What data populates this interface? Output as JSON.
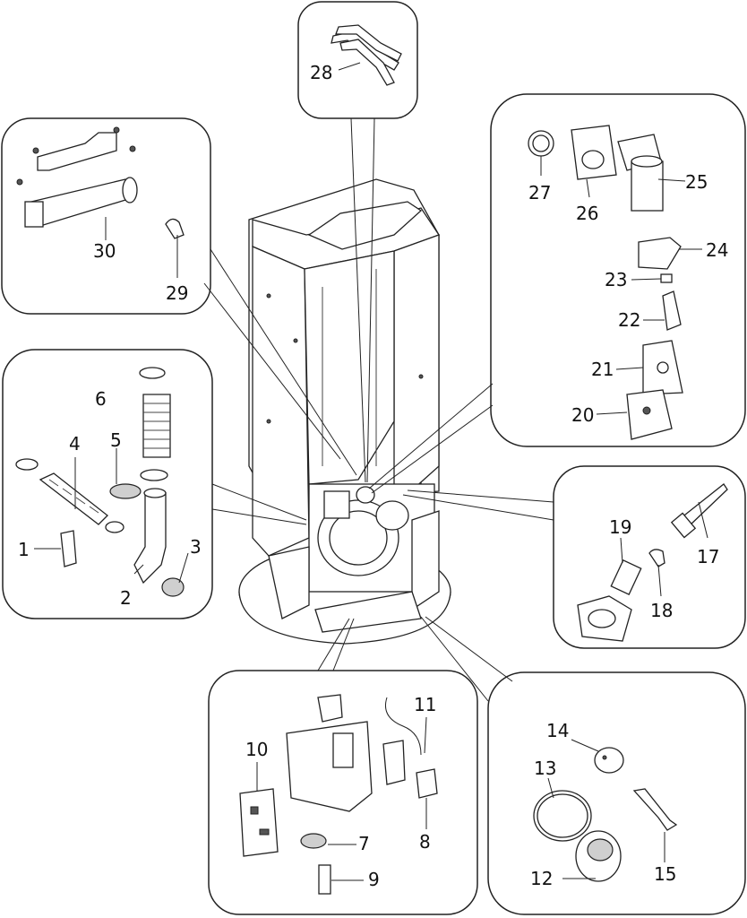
{
  "diagram": {
    "type": "exploded-parts-diagram",
    "callouts": {
      "p1": "1",
      "p2": "2",
      "p3": "3",
      "p4": "4",
      "p5": "5",
      "p6": "6",
      "p7": "7",
      "p8": "8",
      "p9": "9",
      "p10": "10",
      "p11": "11",
      "p12": "12",
      "p13": "13",
      "p14": "14",
      "p15": "15",
      "p17": "17",
      "p18": "18",
      "p19": "19",
      "p20": "20",
      "p21": "21",
      "p22": "22",
      "p23": "23",
      "p24": "24",
      "p25": "25",
      "p26": "26",
      "p27": "27",
      "p28": "28",
      "p29": "29",
      "p30": "30"
    }
  }
}
